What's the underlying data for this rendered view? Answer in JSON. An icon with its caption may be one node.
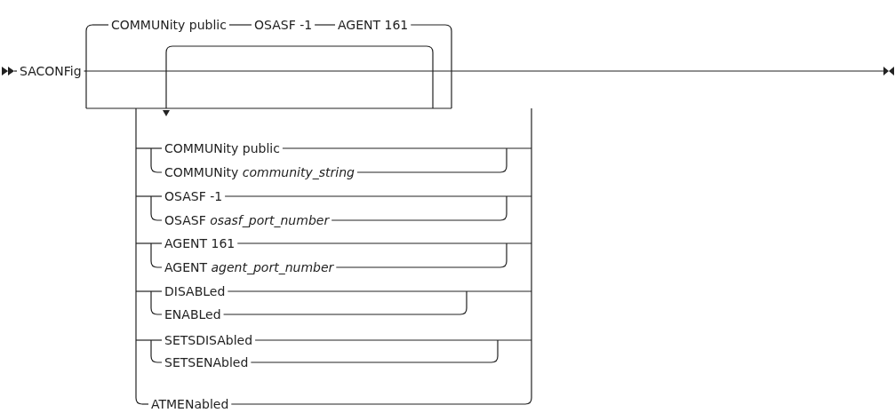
{
  "diagram": {
    "labels": [
      "SACONFig",
      "COMMUNity public",
      "OSASF -1",
      "AGENT 161",
      "COMMUNity public",
      "COMMUNity *community_string*",
      "OSASF -1",
      "OSASF *osasf_port_number*",
      "AGENT 161",
      "AGENT *agent_port_number*",
      "DISABLed",
      "ENABLed",
      "SETSDISAbled",
      "SETSENAbled",
      "ATMENabled"
    ]
  }
}
